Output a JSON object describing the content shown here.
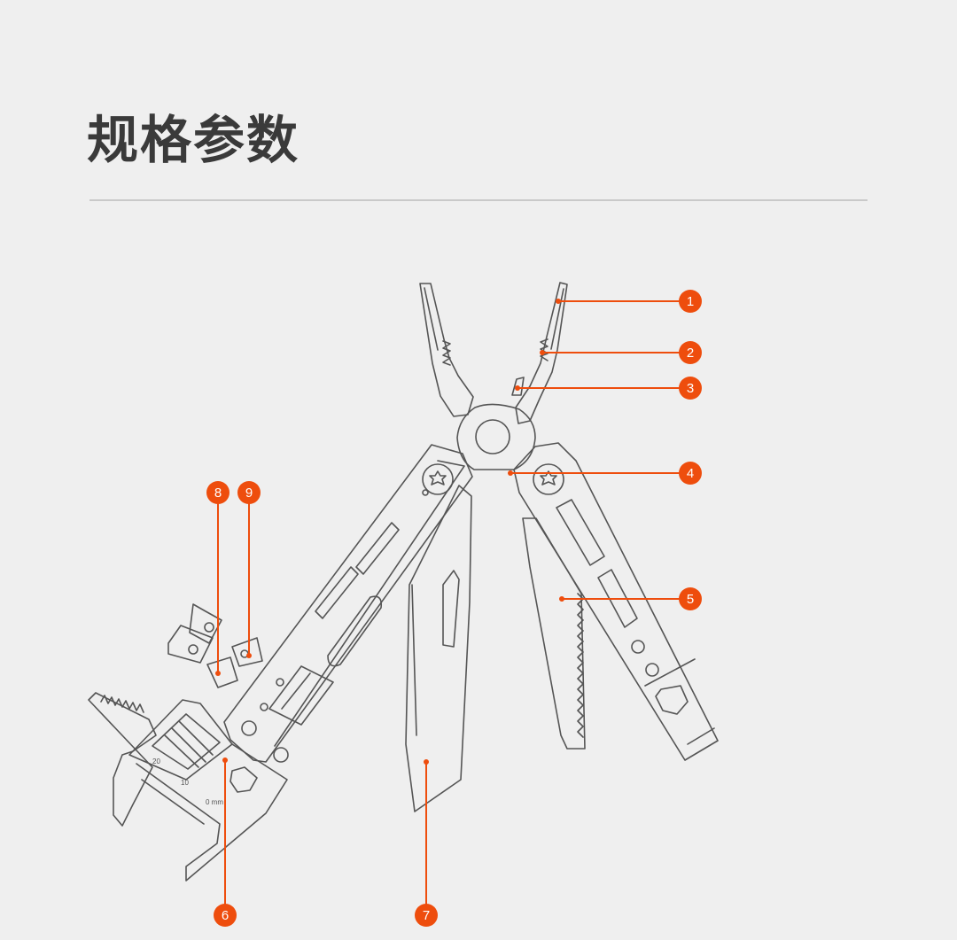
{
  "header": {
    "title": "规格参数"
  },
  "colors": {
    "accent": "#ee4d0d",
    "line_art": "#555555",
    "background": "#efefef"
  },
  "callouts": [
    "1",
    "2",
    "3",
    "4",
    "5",
    "6",
    "7",
    "8",
    "9"
  ],
  "wrench_scale": [
    "20",
    "10",
    "0 mm"
  ]
}
